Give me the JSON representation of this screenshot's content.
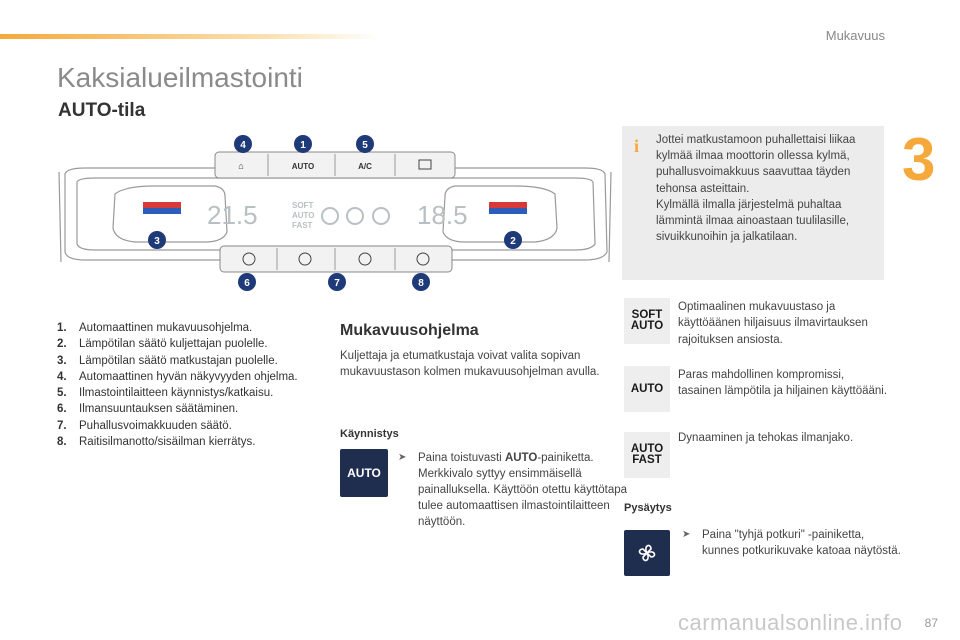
{
  "header": {
    "section": "Mukavuus",
    "chapter": "3"
  },
  "title": "Kaksialueilmastointi",
  "subtitle": "AUTO-tila",
  "panel": {
    "top_buttons": [
      "AUTO",
      "A/C"
    ],
    "display": {
      "left_temp": "21.5",
      "right_temp": "18.5",
      "modes": [
        "SOFT",
        "AUTO",
        "FAST"
      ]
    },
    "callouts": [
      "1",
      "2",
      "3",
      "4",
      "5",
      "6",
      "7",
      "8"
    ]
  },
  "legend": [
    {
      "num": "1.",
      "text": "Automaattinen mukavuusohjelma."
    },
    {
      "num": "2.",
      "text": "Lämpötilan säätö kuljettajan puolelle."
    },
    {
      "num": "3.",
      "text": "Lämpötilan säätö matkustajan puolelle."
    },
    {
      "num": "4.",
      "text": "Automaattinen hyvän näkyvyyden ohjelma."
    },
    {
      "num": "5.",
      "text": "Ilmastointilaitteen käynnistys/katkaisu."
    },
    {
      "num": "6.",
      "text": "Ilmansuuntauksen säätäminen."
    },
    {
      "num": "7.",
      "text": "Puhallusvoimakkuuden säätö."
    },
    {
      "num": "8.",
      "text": "Raitisilmanotto/sisäilman kierrätys."
    }
  ],
  "program": {
    "heading": "Mukavuusohjelma",
    "intro": "Kuljettaja ja etumatkustaja voivat valita sopivan mukavuustason kolmen mukavuusohjelman avulla.",
    "start_label": "Käynnistys",
    "start_button": "AUTO",
    "start_text_pre": "Paina toistuvasti ",
    "start_text_bold": "AUTO",
    "start_text_post": "-painiketta. Merkkivalo syttyy ensimmäisellä painalluksella. Käyttöön otettu käyttötapa tulee automaattisen ilmastointilaitteen näyttöön.",
    "stop_label": "Pysäytys",
    "stop_text": "Paina \"tyhjä potkuri\" -painiketta, kunnes potkurikuvake katoaa näytöstä."
  },
  "info": {
    "lines": "Jottei matkustamoon puhallettaisi liikaa kylmää ilmaa moottorin ollessa kylmä, puhallusvoimakkuus saavuttaa täyden tehonsa asteittain.\nKylmällä ilmalla järjestelmä puhaltaa lämmintä ilmaa ainoastaan tuulilasille, sivuikkunoihin ja jalkatilaan."
  },
  "modes": [
    {
      "icon_lines": [
        "SOFT",
        "AUTO"
      ],
      "text": "Optimaalinen mukavuustaso ja käyttöäänen hiljaisuus ilmavirtauksen rajoituksen ansiosta."
    },
    {
      "icon_lines": [
        "AUTO"
      ],
      "text": "Paras mahdollinen kompromissi, tasainen lämpötila ja hiljainen käyttöääni."
    },
    {
      "icon_lines": [
        "AUTO",
        "FAST"
      ],
      "text": "Dynaaminen ja tehokas ilmanjako."
    }
  ],
  "footer": {
    "page": "87",
    "watermark": "carmanualsonline.info"
  },
  "colors": {
    "accent": "#f4a93a",
    "callout": "#1f3a78",
    "button_dark": "#1f2d4f"
  }
}
